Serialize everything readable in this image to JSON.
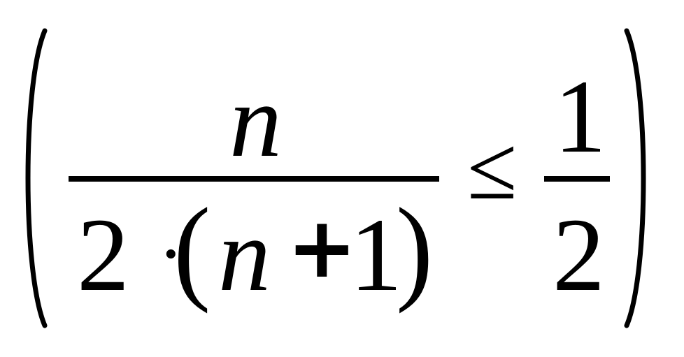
{
  "formula": {
    "left_numerator": "n",
    "left_denominator": {
      "coefficient": "2",
      "operator": "·",
      "open_paren": "(",
      "variable": "n",
      "plus": "+",
      "constant": "1",
      "close_paren": ")"
    },
    "relation": "≤",
    "right_numerator": "1",
    "right_denominator": "2"
  }
}
